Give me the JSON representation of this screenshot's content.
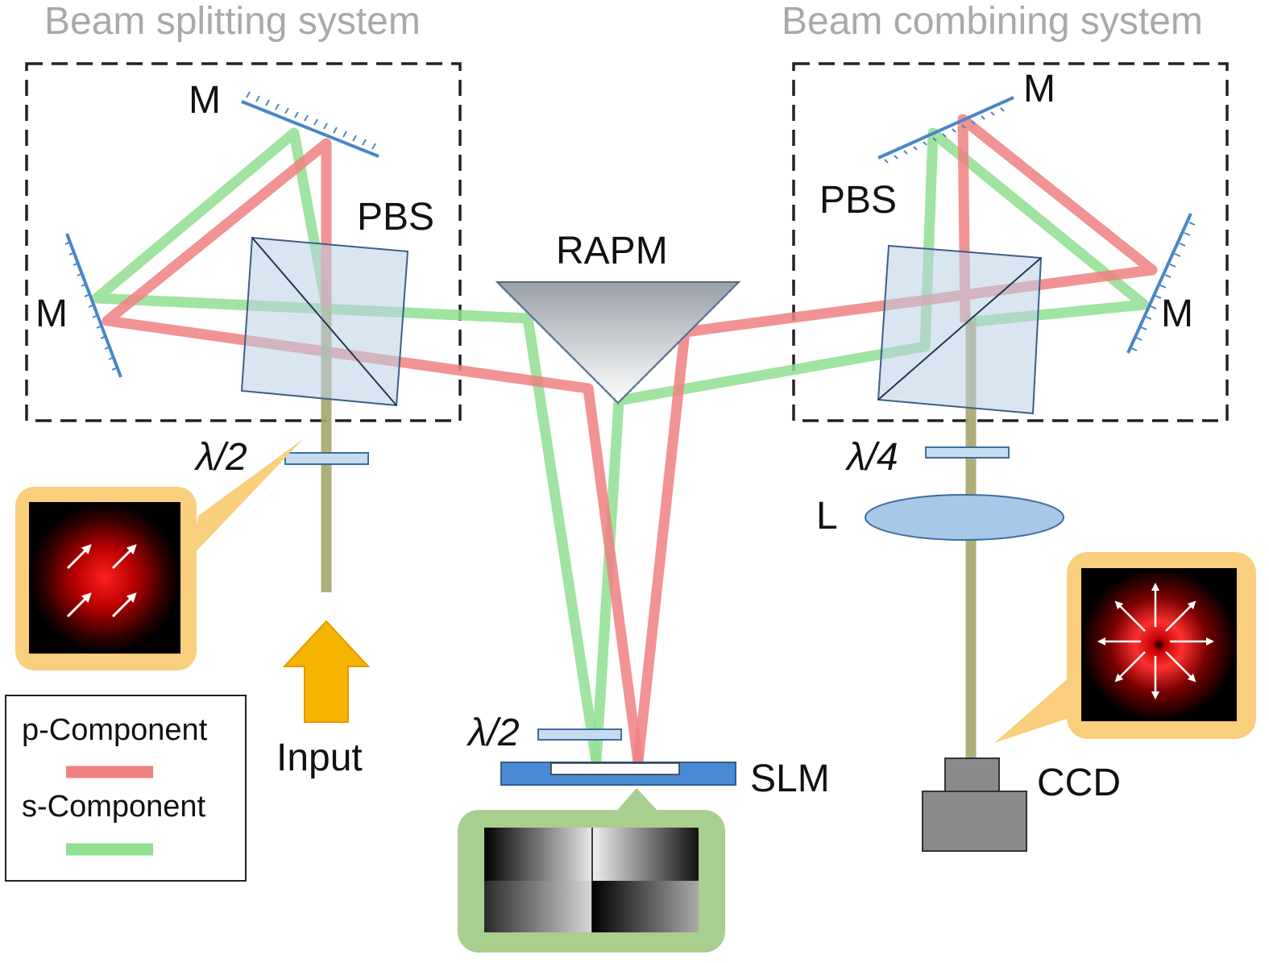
{
  "systems": {
    "splitting_title": "Beam splitting system",
    "combining_title": "Beam combining system"
  },
  "labels": {
    "mirror_left_top": "M",
    "mirror_left_side": "M",
    "mirror_right_top": "M",
    "mirror_right_side": "M",
    "pbs_left": "PBS",
    "pbs_right": "PBS",
    "rapm": "RAPM",
    "halfwave_input": "λ/2",
    "halfwave_slm": "λ/2",
    "quarterwave": "λ/4",
    "lens": "L",
    "slm": "SLM",
    "ccd": "CCD",
    "input": "Input"
  },
  "legend": {
    "p_label": "p-Component",
    "s_label": "s-Component"
  },
  "colors": {
    "p_component": "#f08080",
    "s_component": "#90de90",
    "combined_beam": "#a5a56a",
    "frame_dashed": "#222222",
    "title_gray": "#a9a9a9",
    "optic_blue": "#4a86c5",
    "slm_blue": "#4a8ad2",
    "inset_gold": "#f9cf7e",
    "inset_green": "#a8cf8e",
    "input_arrow": "#f4b400",
    "ccd_gray": "#7a7a7a"
  },
  "icons": {
    "input_arrow": "arrow-up-icon",
    "mirror": "mirror-icon",
    "beam_splitter": "beam-splitter-cube-icon",
    "prism": "right-angle-prism-icon",
    "lens": "lens-icon",
    "camera": "ccd-camera-icon"
  }
}
